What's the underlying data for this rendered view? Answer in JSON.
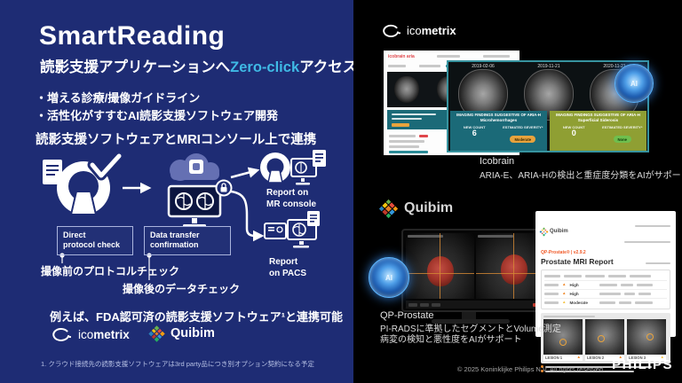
{
  "left": {
    "title": "SmartReading",
    "subtitle": {
      "pre": "読影支援アプリケーションへ",
      "accent": "Zero-click",
      "post": "アクセス"
    },
    "bullets": [
      "・増える診療/撮像ガイドライン",
      "・活性化がすすむAI読影支援ソフトウェア開発"
    ],
    "section_heading": "読影支援ソフトウェアとMRIコンソール上で連携",
    "diagram": {
      "step1_box": [
        "Direct",
        "protocol check"
      ],
      "step2_box": [
        "Data transfer",
        "confirmation"
      ],
      "step1_note": "撮像前のプロトコルチェック",
      "step2_note": "撮像後のデータチェック",
      "output1": [
        "Report on",
        "MR console"
      ],
      "output2": [
        "Report",
        "on PACS"
      ]
    },
    "examples_line": "例えば、FDA認可済の読影支援ソフトウェア¹と連携可能",
    "logos": {
      "icometrix_ico": "ico",
      "icometrix_metrix": "metrix",
      "quibim": "Quibim"
    },
    "footnote": "1. クラウド接続先の読影支援ソフトウェアは3rd party品につき別オプション契約になる予定"
  },
  "right": {
    "icometrix_logo": {
      "ico": "ico",
      "metrix": "metrix"
    },
    "ai_badge": "AI",
    "icobrain_shot": {
      "report_brand": "icobrain aria",
      "dates": [
        "2019-02-06",
        "2019-11-21",
        "2020-11-21"
      ],
      "panels": [
        {
          "finding": "IMAGING FINDINGS SUGGESTIVE OF ARIA-H",
          "type": "Microhemorrhages",
          "count_label": "NEW COUNT",
          "count": "6",
          "severity_label": "ESTIMATED SEVERITY*",
          "severity": "Moderate"
        },
        {
          "finding": "IMAGING FINDINGS SUGGESTIVE OF ARIA-H",
          "type": "Superficial Siderosis",
          "count_label": "NEW COUNT",
          "count": "0",
          "severity_label": "ESTIMATED SEVERITY*",
          "severity": "None"
        }
      ]
    },
    "icobrain_caption": {
      "title": "Icobrain",
      "line": "ARIA-E、ARIA-Hの検出と重症度分類をAIがサポート"
    },
    "quibim_logo": "Quibim",
    "qp_report": {
      "brand": "Quibim",
      "product_line": "QP-Prostate® | v2.9.2",
      "title": "Prostate MRI Report",
      "risk_rows": [
        "High",
        "High",
        "Moderate"
      ],
      "lesion_labels": [
        "LESION 1",
        "LESION 2",
        "LESION 3"
      ]
    },
    "qp_caption": {
      "title": "QP-Prostate",
      "lines": [
        "PI-RADSに準拠したセグメントとVolume測定",
        "病変の検知と悪性度をAIがサポート"
      ]
    },
    "footer": {
      "copyright": "© 2025 Koninklijke Philips N.V. All rights reserved.",
      "brand": "PHILIPS"
    }
  }
}
